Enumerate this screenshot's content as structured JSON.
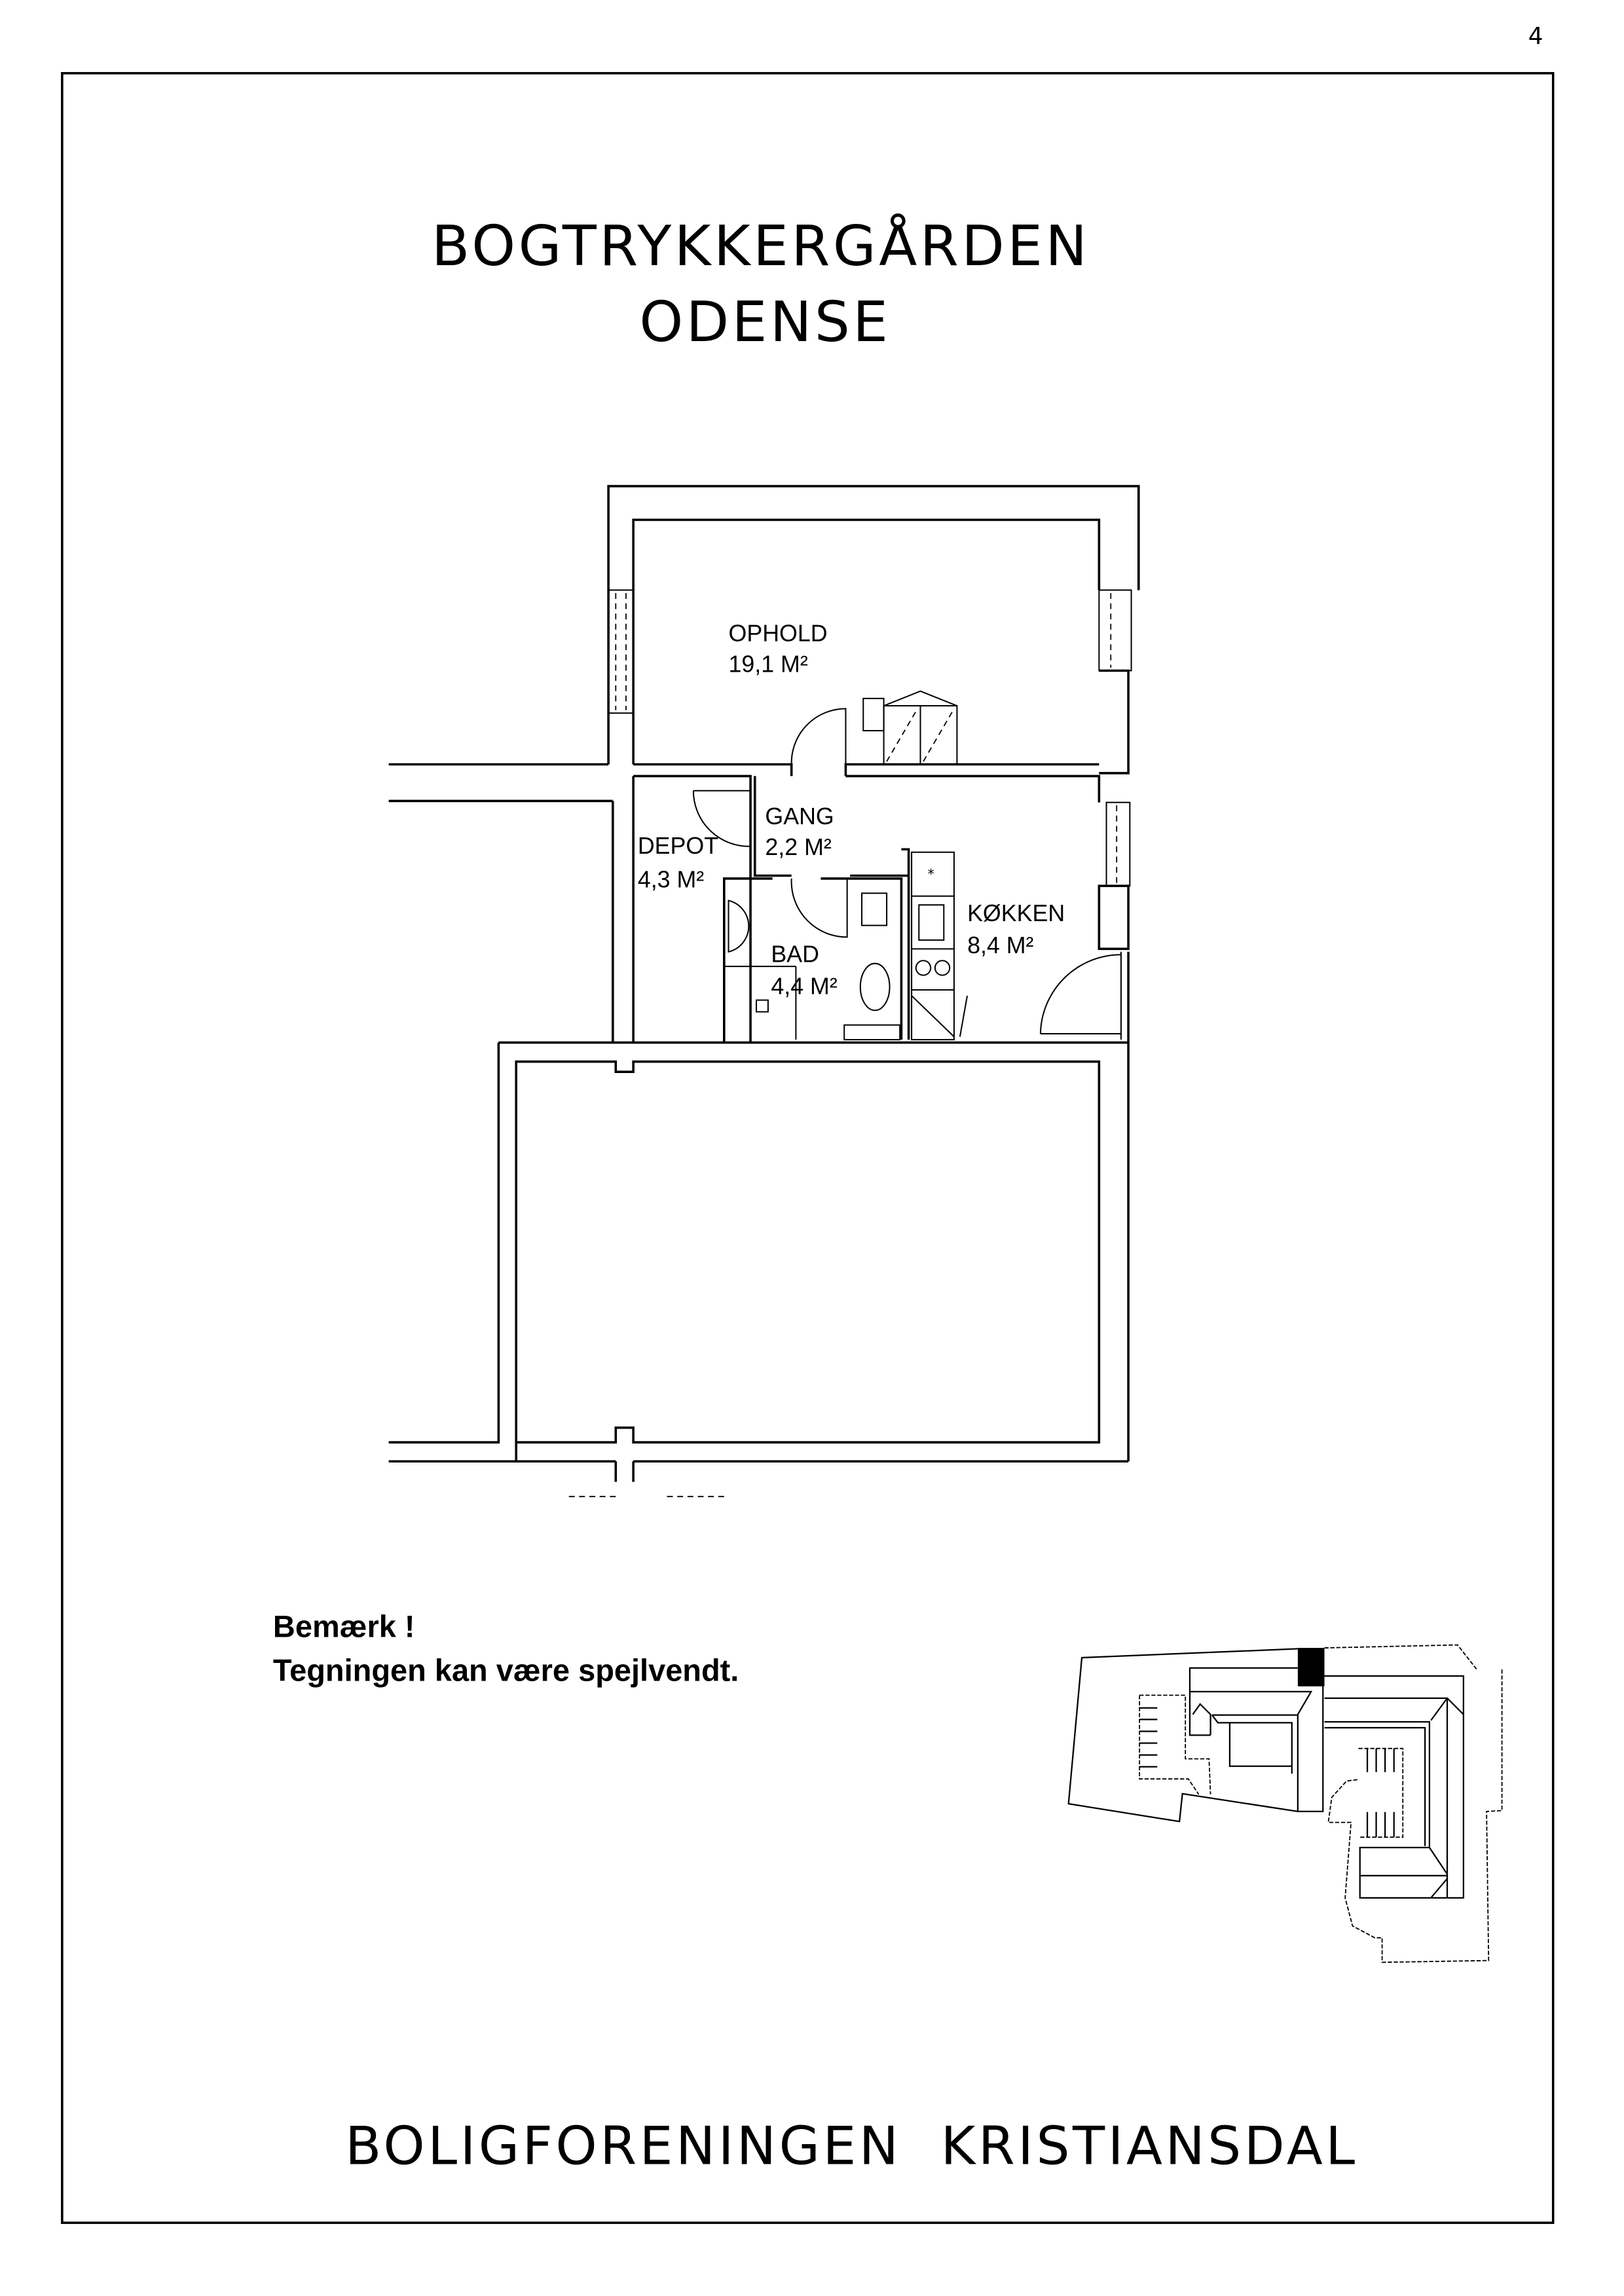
{
  "page_mark": "4",
  "header": {
    "title": "BOGTRYKKERGÅRDEN",
    "subtitle": "ODENSE"
  },
  "rooms": [
    {
      "name": "OPHOLD",
      "area": "19,1 M²"
    },
    {
      "name": "GANG",
      "area": "2,2 M²"
    },
    {
      "name": "DEPOT",
      "area": "4,3 M²"
    },
    {
      "name": "BAD",
      "area": "4,4 M²"
    },
    {
      "name": "KØKKEN",
      "area": "8,4 M²"
    }
  ],
  "note": {
    "heading": "Bemærk !",
    "text": "Tegningen kan være spejlvendt."
  },
  "footer": {
    "organization": "BOLIGFORENINGEN  KRISTIANSDAL"
  }
}
